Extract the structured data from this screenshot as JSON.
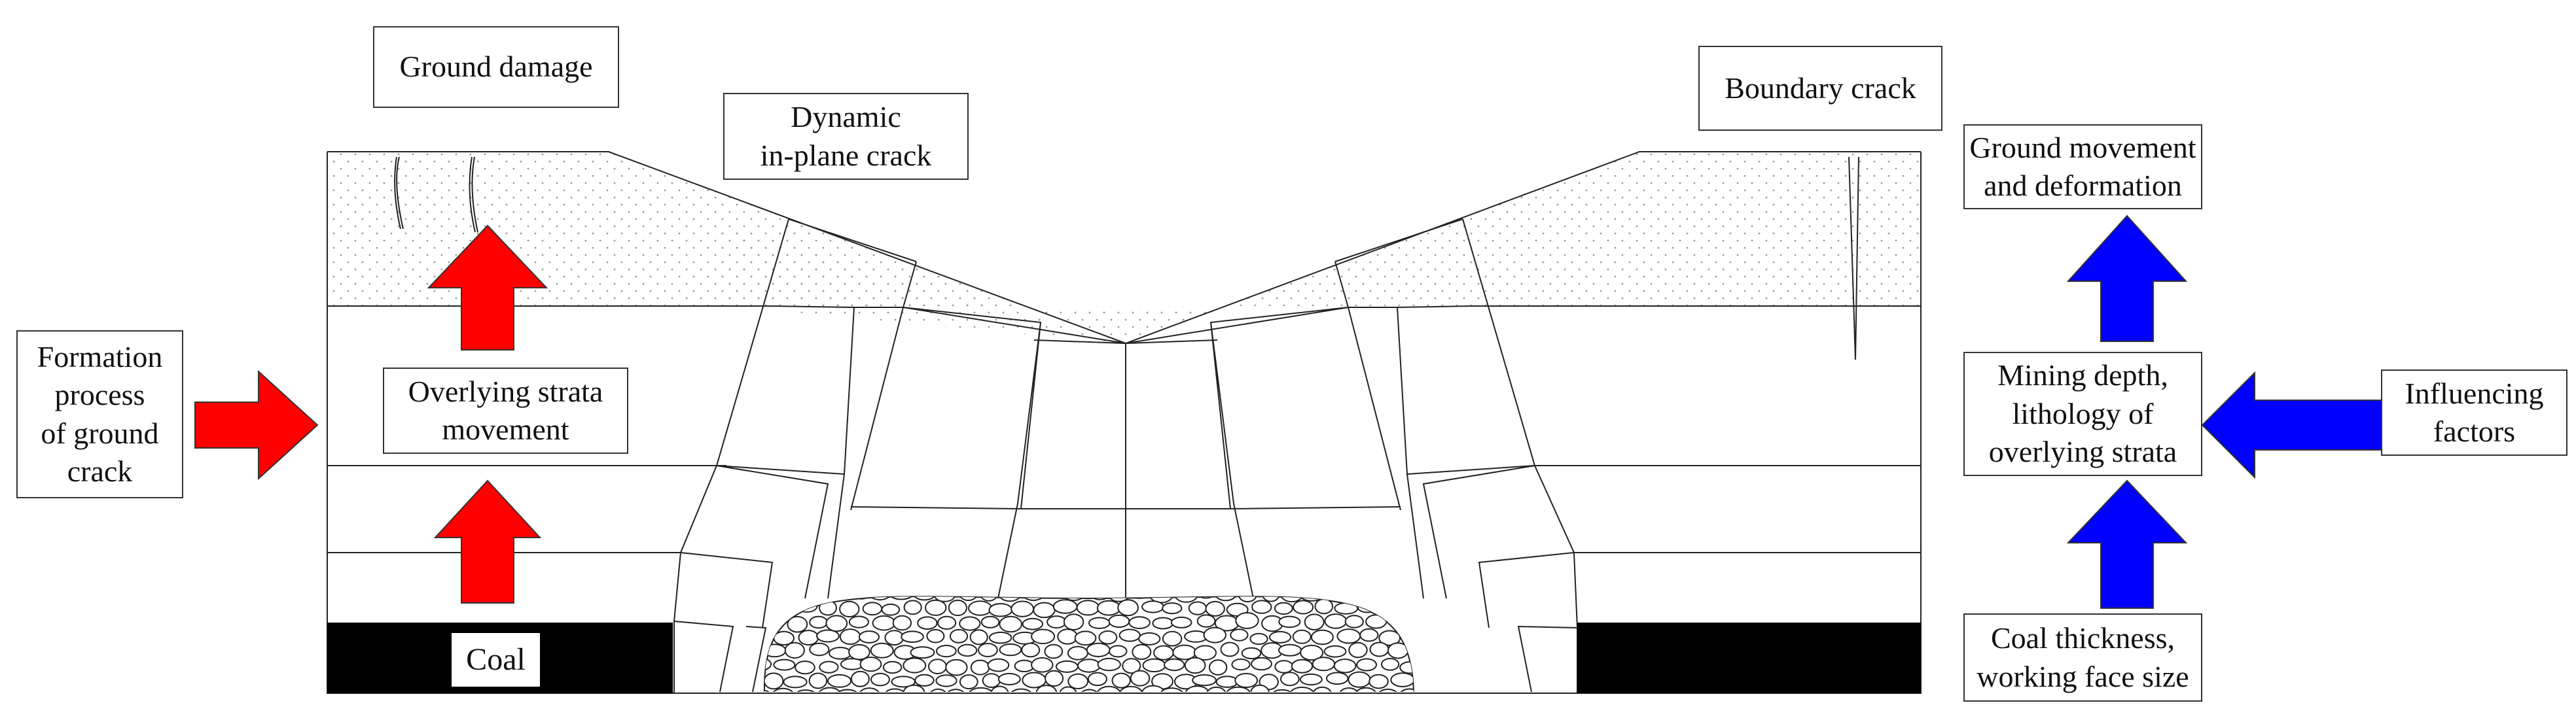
{
  "labels": {
    "ground_damage": "Ground damage",
    "dynamic_crack": "Dynamic\nin-plane crack",
    "boundary_crack": "Boundary crack",
    "formation_process": "Formation\nprocess\nof ground\ncrack",
    "overlying_strata_movement": "Overlying strata\nmovement",
    "coal": "Coal",
    "ground_movement": "Ground movement\nand deformation",
    "mining_depth": "Mining depth,\nlithology of\noverlying strata",
    "influencing_factors": "Influencing\nfactors",
    "coal_thickness": "Coal thickness,\nworking face size"
  },
  "colors": {
    "formation_arrows": "#ff0000",
    "factor_arrows": "#0000ff",
    "coal_seam": "#000000",
    "lines": "#222222",
    "rubble_fill": "#ffffff",
    "stipple": "#9a9a9a"
  },
  "icons": {
    "formation_arrows": "arrow-right-red, arrow-up-red",
    "factor_arrows": "arrow-up-blue, arrow-left-blue"
  }
}
